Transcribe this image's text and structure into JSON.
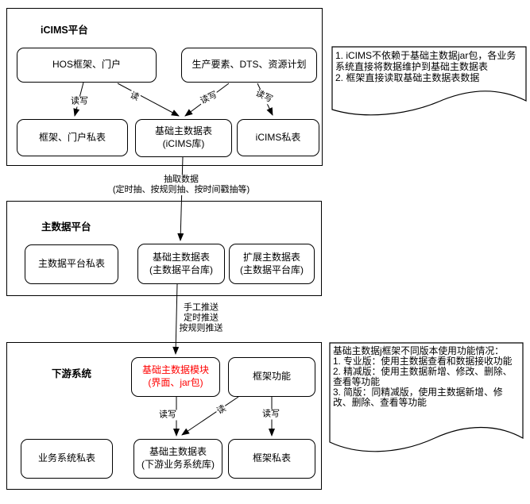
{
  "colors": {
    "accent_red": "#ff0000",
    "stroke": "#000000",
    "background": "#ffffff"
  },
  "containers": {
    "icims": {
      "title": "iCIMS平台"
    },
    "mdp": {
      "title": "主数据平台"
    },
    "downstream": {
      "title": "下游系统"
    }
  },
  "nodes": {
    "hos": {
      "label": "HOS框架、门户"
    },
    "prod": {
      "label": "生产要素、DTS、资源计划"
    },
    "frame_private": {
      "label": "框架、门户私表"
    },
    "icims_master": {
      "line1": "基础主数据表",
      "line2": "(iCIMS库)"
    },
    "icims_private": {
      "label": "iCIMS私表"
    },
    "mdp_private": {
      "label": "主数据平台私表"
    },
    "mdp_master": {
      "line1": "基础主数据表",
      "line2": "(主数据平台库)"
    },
    "mdp_ext": {
      "line1": "扩展主数据表",
      "line2": "(主数据平台库)"
    },
    "module": {
      "line1": "基础主数据模块",
      "line2": "(界面、jar包)"
    },
    "frame_func": {
      "label": "框架功能"
    },
    "biz_private": {
      "label": "业务系统私表"
    },
    "ds_master": {
      "line1": "基础主数据表",
      "line2": "(下游业务系统库)"
    },
    "frame_table": {
      "label": "框架私表"
    }
  },
  "edges": {
    "rw1": "读写",
    "r2": "读",
    "rw3": "读写",
    "rw4": "读写",
    "extract": {
      "line1": "抽取数据",
      "line2": "(定时抽、按规则抽、按时间戳抽等)"
    },
    "push": {
      "line1": "手工推送",
      "line2": "定时推送",
      "line3": "按规则推送"
    },
    "rw7": "读写",
    "r8": "读",
    "rw9": "读写"
  },
  "notes": {
    "note1": {
      "lines": [
        "1. iCIMS不依赖于基础主数据jar包，各业务",
        "系统直接将数据维护到基础主数据表",
        "2. 框架直接读取基础主数据表数据"
      ]
    },
    "note2": {
      "lines": [
        "基础主数据j框架不同版本使用功能情况：",
        "1. 专业版：使用主数据查看和数据接收功能",
        "2. 精减版：使用主数据新增、修改、删除、",
        "查看等功能",
        "3. 简版：同精减版，使用主数据新增、修",
        "改、删除、查看等功能"
      ]
    }
  }
}
